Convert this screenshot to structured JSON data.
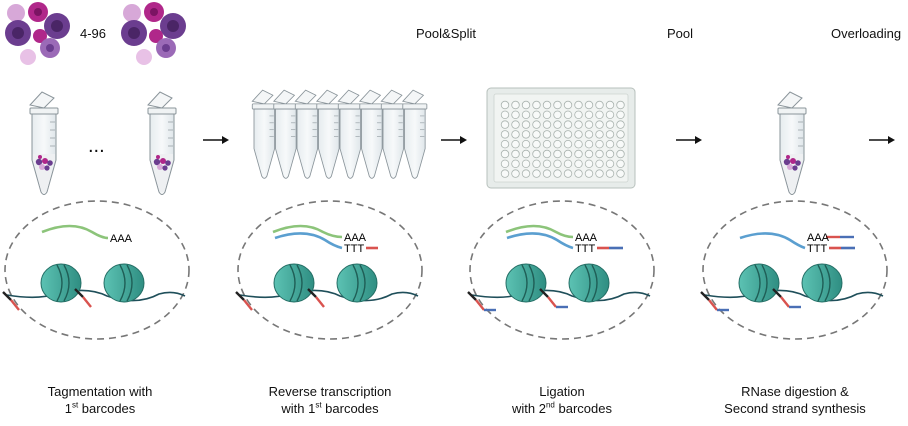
{
  "labels": {
    "count": "4-96",
    "step2_top": "Pool&Split",
    "step3_top": "Pool",
    "step4_top": "Overloading",
    "ellipsis": "..."
  },
  "seq": {
    "polyA": "AAA",
    "polyT": "TTT"
  },
  "captions": [
    {
      "line1": "Tagmentation with",
      "line2_pre": "1",
      "line2_sup": "st",
      "line2_post": " barcodes"
    },
    {
      "line1": "Reverse transcription",
      "line2_pre": "with 1",
      "line2_sup": "st",
      "line2_post": " barcodes"
    },
    {
      "line1": "Ligation",
      "line2_pre": "with 2",
      "line2_sup": "nd",
      "line2_post": " barcodes"
    },
    {
      "line1": "RNase digestion &",
      "line2_pre": "Second strand synthesis",
      "line2_sup": "",
      "line2_post": ""
    }
  ],
  "colors": {
    "rna": "#8cc47a",
    "cdna": "#5b9fd0",
    "barcode_red": "#d9534f",
    "barcode_blue": "#4a6fb5",
    "nucleosome": "#4fb4a6",
    "cell_dark": "#6b3d8f",
    "cell_magenta": "#b0278a",
    "cell_light": "#d7a8d8"
  }
}
